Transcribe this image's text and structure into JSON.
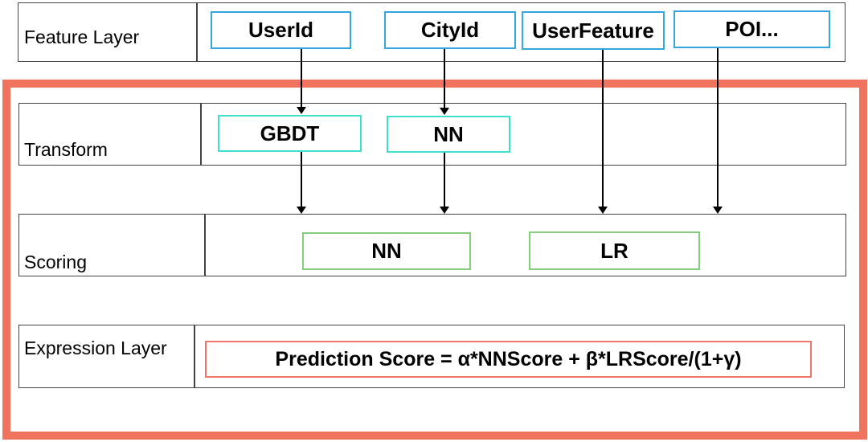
{
  "diagram": {
    "title": "ranking model architecture diagram",
    "rows": [
      {
        "id": "feature",
        "label": "Feature Layer"
      },
      {
        "id": "transform",
        "label": "Transform"
      },
      {
        "id": "scoring",
        "label": "Scoring"
      },
      {
        "id": "expression",
        "label": "Expression Layer"
      }
    ],
    "feature_boxes": [
      {
        "label": "UserId"
      },
      {
        "label": "CityId"
      },
      {
        "label": "UserFeature"
      },
      {
        "label": "POI..."
      }
    ],
    "transform_boxes": [
      {
        "label": "GBDT"
      },
      {
        "label": "NN"
      }
    ],
    "scoring_boxes": [
      {
        "label": "NN"
      },
      {
        "label": "LR"
      }
    ],
    "expression": {
      "formula": "Prediction Score = α*NNScore + β*LRScore/(1+γ)"
    },
    "connections": [
      {
        "from": "UserId",
        "to": "GBDT"
      },
      {
        "from": "CityId",
        "to": "NN (transform)"
      },
      {
        "from": "GBDT",
        "to": "Scoring"
      },
      {
        "from": "NN (transform)",
        "to": "Scoring"
      },
      {
        "from": "UserFeature",
        "to": "Scoring"
      },
      {
        "from": "POI...",
        "to": "Scoring"
      }
    ],
    "colors": {
      "feature_box_border": "#35A6DF",
      "transform_box_border": "#3CE0CC",
      "scoring_box_border": "#85CC7C",
      "formula_box_border": "#F2756B",
      "highlight_frame": "#F0735E",
      "row_border": "#434343",
      "arrow": "#000000"
    }
  }
}
